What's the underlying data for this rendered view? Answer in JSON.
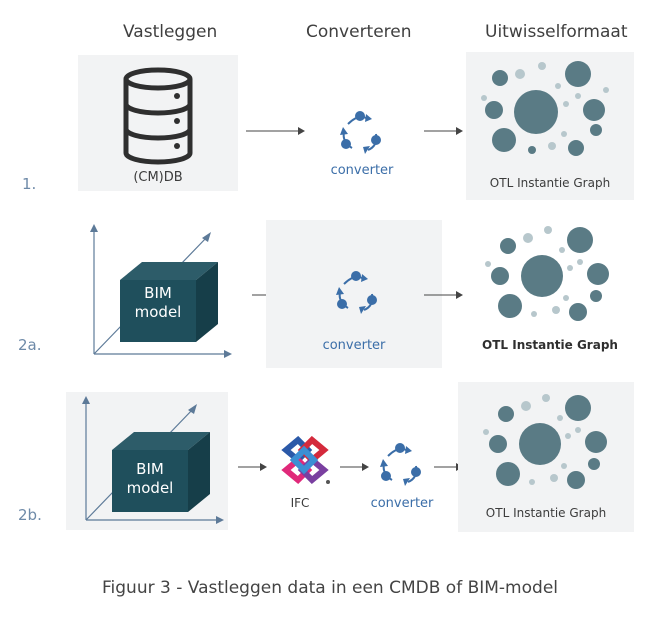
{
  "headers": {
    "col1": "Vastleggen",
    "col2": "Converteren",
    "col3": "Uitwisselformaat"
  },
  "rows": [
    {
      "label": "1.",
      "source": "(CM)DB",
      "converter": "converter",
      "target": "OTL Instantie Graph"
    },
    {
      "label": "2a.",
      "source": "BIM\nmodel",
      "converter": "converter",
      "target": "OTL Instantie Graph"
    },
    {
      "label": "2b.",
      "source": "BIM\nmodel",
      "ifc": "IFC",
      "converter": "converter",
      "target": "OTL Instantie Graph"
    }
  ],
  "colors": {
    "accent": "#3b6ea8",
    "bim_box": "#1f4f5c",
    "graph_node": "#5a7b85",
    "panel": "#f2f3f4"
  },
  "icons": [
    "database-icon",
    "converter-cycle-icon",
    "graph-icon",
    "bim-cube-icon",
    "ifc-logo-icon",
    "arrow-right-icon"
  ],
  "caption": "Figuur 3 - Vastleggen data in een CMDB of BIM-model"
}
